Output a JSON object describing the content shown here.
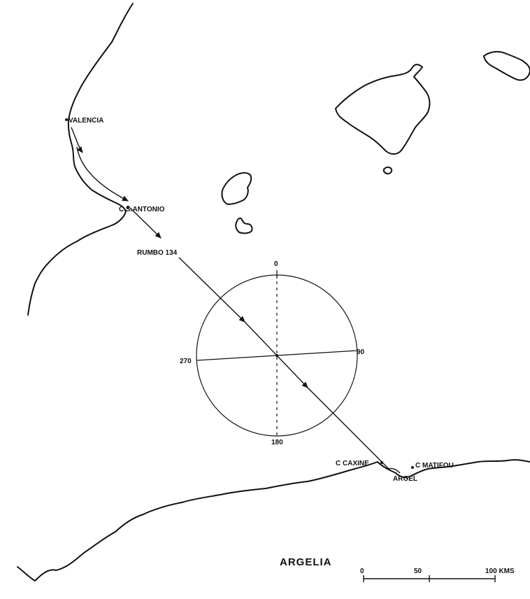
{
  "places": {
    "valencia": "VALENCIA",
    "cabo_san_antonio": "C.S.ANTONIO",
    "cabo_caxine": "C CAXINE",
    "cabo_matifou": "C MATIFOU",
    "argel": "ARGEL",
    "argelia": "ARGELIA"
  },
  "route": {
    "heading_label": "RUMBO 134"
  },
  "compass": {
    "north": "0",
    "east": "90",
    "south": "180",
    "west": "270"
  },
  "scale": {
    "tick_0": "0",
    "tick_50": "50",
    "tick_100": "100 KMS"
  }
}
